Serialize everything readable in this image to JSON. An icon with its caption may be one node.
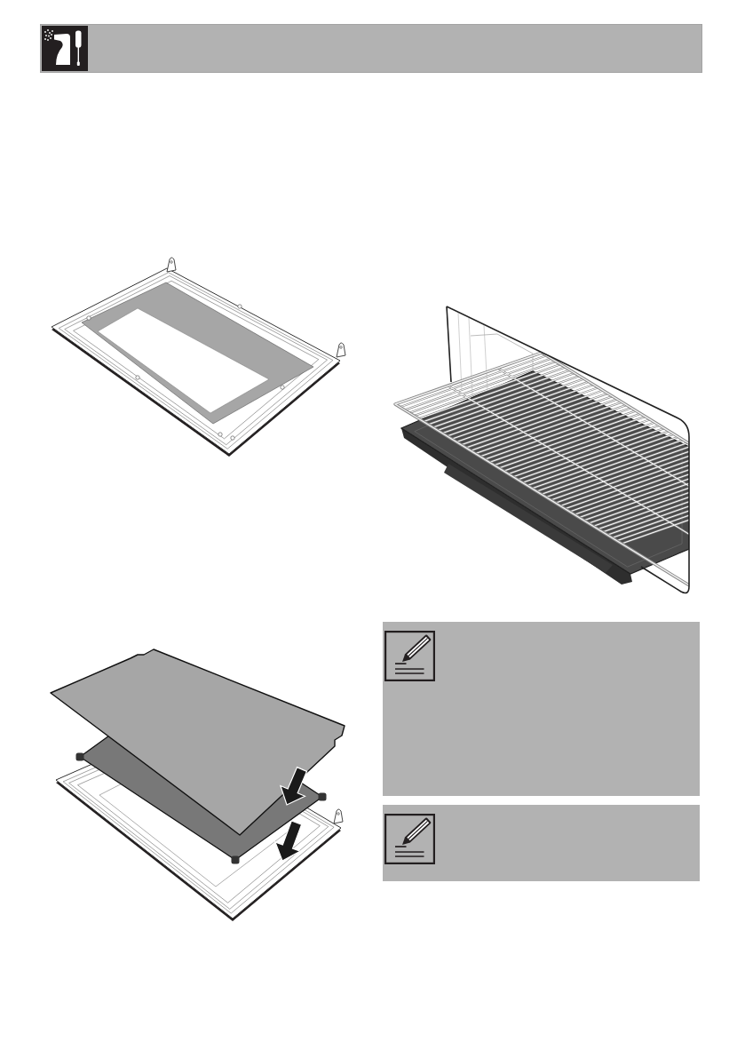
{
  "diagram": {
    "nodes": [
      {
        "text": [],
        "shape": "bar"
      },
      {
        "text": [],
        "shape": "box"
      },
      {
        "text": [],
        "shape": "box"
      }
    ]
  }
}
